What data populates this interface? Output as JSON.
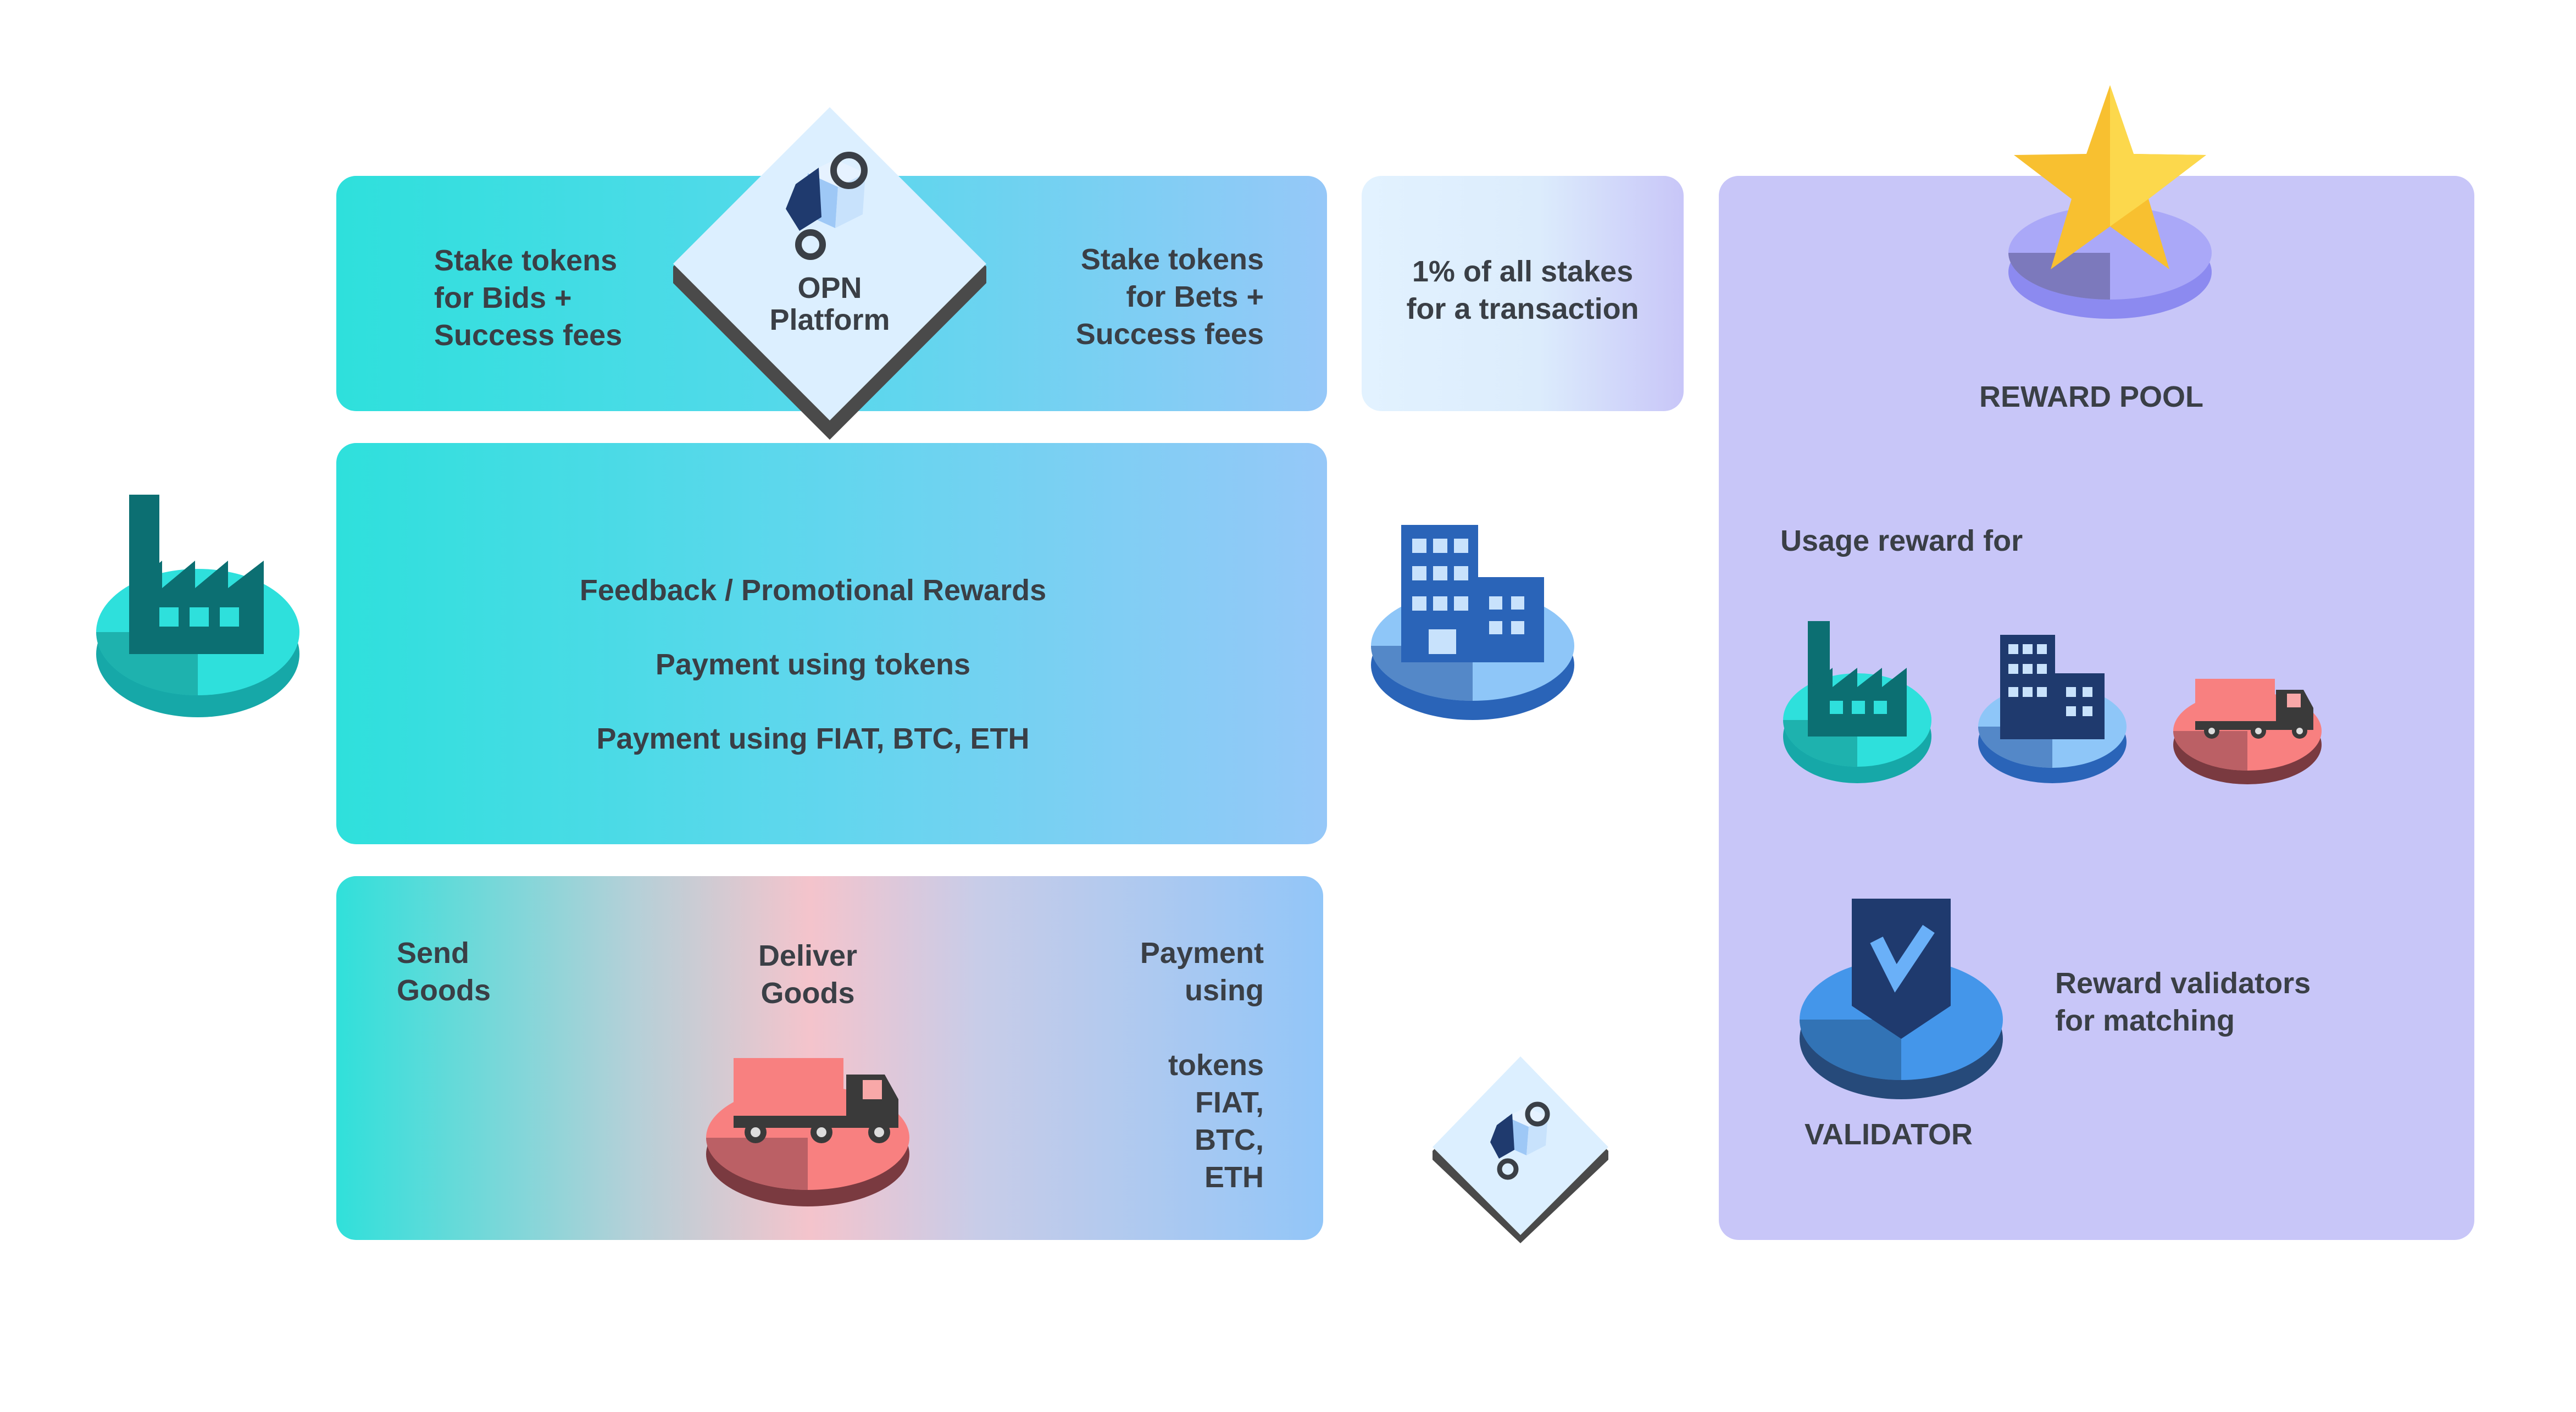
{
  "platform": {
    "name_line1": "OPN",
    "name_line2": "Platform"
  },
  "top_left": {
    "line1": "Stake tokens",
    "line2": "for Bids +",
    "line3": "Success fees"
  },
  "top_right": {
    "line1": "Stake tokens",
    "line2": "for Bets +",
    "line3": "Success fees"
  },
  "stake_fee": {
    "line1": "1% of all stakes",
    "line2": "for a transaction"
  },
  "middle": {
    "line1": "Feedback / Promotional Rewards",
    "line2": "Payment using tokens",
    "line3": "Payment using FIAT, BTC, ETH"
  },
  "bottom": {
    "send_line1": "Send",
    "send_line2": "Goods",
    "deliver_line1": "Deliver",
    "deliver_line2": "Goods",
    "pay_line1": "Payment",
    "pay_line2": "using",
    "pay_line3": "tokens",
    "pay_line4": "FIAT,",
    "pay_line5": "BTC,",
    "pay_line6": "ETH"
  },
  "reward_pool": {
    "title": "REWARD POOL",
    "usage_label": "Usage reward for",
    "validator_note_line1": "Reward validators",
    "validator_note_line2": "for matching",
    "validator_label": "VALIDATOR"
  },
  "colors": {
    "teal": "#2ee0dc",
    "light_blue": "#94c8f8",
    "lavender": "#c8c6f8",
    "truck_red": "#f88080",
    "building_blue": "#2a64b8",
    "validator_blue": "#4496ea",
    "star_gold": "#f8c030"
  }
}
